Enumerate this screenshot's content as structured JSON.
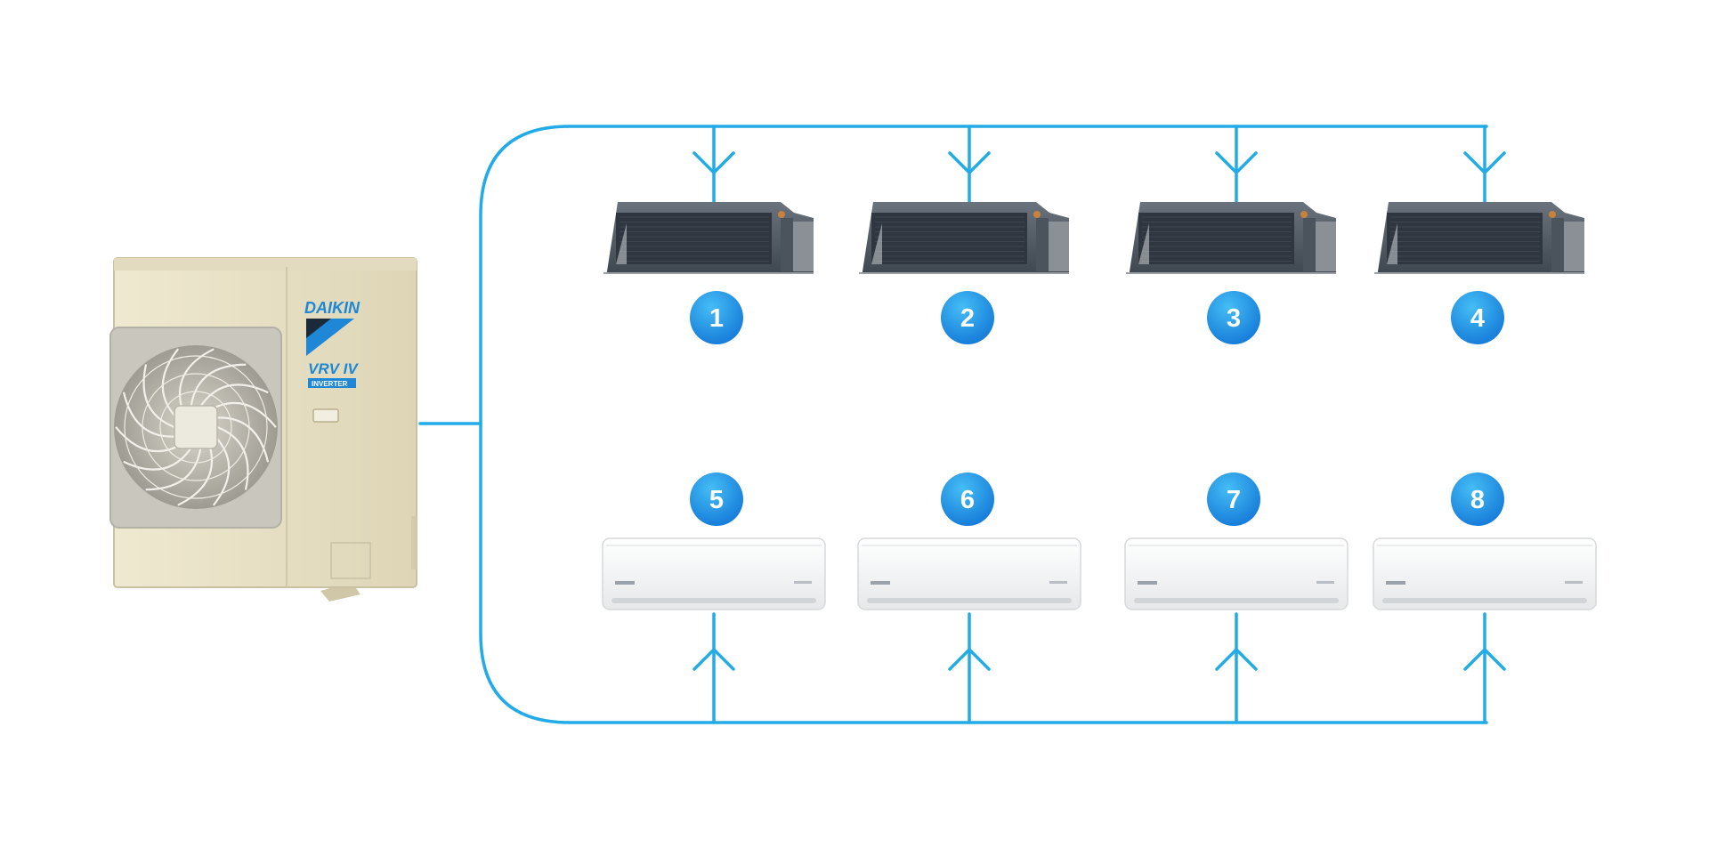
{
  "outdoor_unit": {
    "brand": "DAIKIN",
    "model": "VRV IV",
    "sub": "INVERTER",
    "icon": "outdoor-condenser-icon"
  },
  "indoor_units": [
    {
      "number": "1",
      "type": "ducted",
      "icon": "ducted-unit-icon"
    },
    {
      "number": "2",
      "type": "ducted",
      "icon": "ducted-unit-icon"
    },
    {
      "number": "3",
      "type": "ducted",
      "icon": "ducted-unit-icon"
    },
    {
      "number": "4",
      "type": "ducted",
      "icon": "ducted-unit-icon"
    },
    {
      "number": "5",
      "type": "wall-split",
      "icon": "wall-split-unit-icon"
    },
    {
      "number": "6",
      "type": "wall-split",
      "icon": "wall-split-unit-icon"
    },
    {
      "number": "7",
      "type": "wall-split",
      "icon": "wall-split-unit-icon"
    },
    {
      "number": "8",
      "type": "wall-split",
      "icon": "wall-split-unit-icon"
    }
  ],
  "colors": {
    "pipe": "#22abe6",
    "badge_light": "#3db6f2",
    "badge_dark": "#1479d8",
    "outdoor_body": "#e9e2c6",
    "ducted_body": "#56606b",
    "wall_unit": "#f3f4f5"
  }
}
